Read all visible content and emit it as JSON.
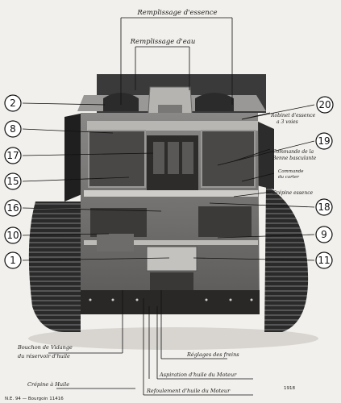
{
  "labels": {
    "top1": "Remplissage d'essence",
    "top2": "Remplissage d'eau",
    "r_robinet_1": "Robinet d'essence",
    "r_robinet_2": "a 3 voies",
    "r_cmd_1": "Commande de la",
    "r_cmd_2": "Benne basculante",
    "r_cmdc_1": "Commande",
    "r_cmdc_2": "du carter",
    "r_crepine": "Crépine essence",
    "b_bouchon_1": "Bouchon de Vidange",
    "b_bouchon_2": "du réservoir d'huile",
    "b_crepine": "Crépine à Huile",
    "b_reglage": "Réglages des freins",
    "b_aspiration": "Aspiration d'huile du Moteur",
    "b_refoulement": "Refoulement d'huile du Moteur",
    "footer_left": "N.E. 94 — Bourgoin 11416",
    "footer_right": "1918"
  },
  "callouts": [
    "2",
    "8",
    "17",
    "15",
    "16",
    "10",
    "1",
    "20",
    "19",
    "18",
    "9",
    "11"
  ]
}
